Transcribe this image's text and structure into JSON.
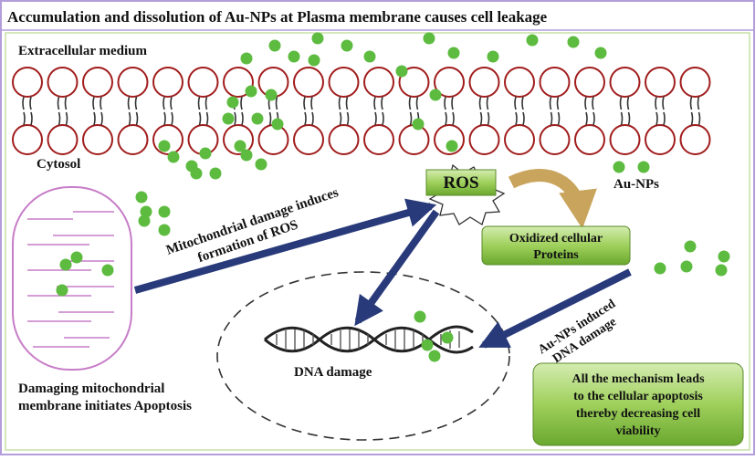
{
  "title": "Accumulation and dissolution of Au-NPs at Plasma membrane causes cell leakage",
  "labels": {
    "extracellular": "Extracellular medium",
    "cytosol": "Cytosol",
    "ros": "ROS",
    "aunps": "Au-NPs",
    "oxidized_line1": "Oxidized cellular",
    "oxidized_line2": "Proteins",
    "mito_damage_line1": "Mitochondrial damage induces",
    "mito_damage_line2": "formation of ROS",
    "aunps_dna_line1": "Au-NPs induced",
    "aunps_dna_line2": "DNA damage",
    "dna_damage": "DNA damage",
    "apoptosis_line1": "Damaging mitochondrial",
    "apoptosis_line2": "membrane initiates Apoptosis",
    "conclusion_line1": "All the mechanism leads",
    "conclusion_line2": "to the cellular apoptosis",
    "conclusion_line3": "thereby decreasing cell",
    "conclusion_line4": "viability"
  },
  "colors": {
    "frame": "#b39ddb",
    "lipid_head": "#a11d1d",
    "nanoparticle": "#5dbb3f",
    "arrow": "#283a7a",
    "ros_fill": "#8bc34a",
    "box_green": "#8bc34a",
    "curved_arrow": "#c9a45c",
    "membrane_dashed": "#333333"
  }
}
